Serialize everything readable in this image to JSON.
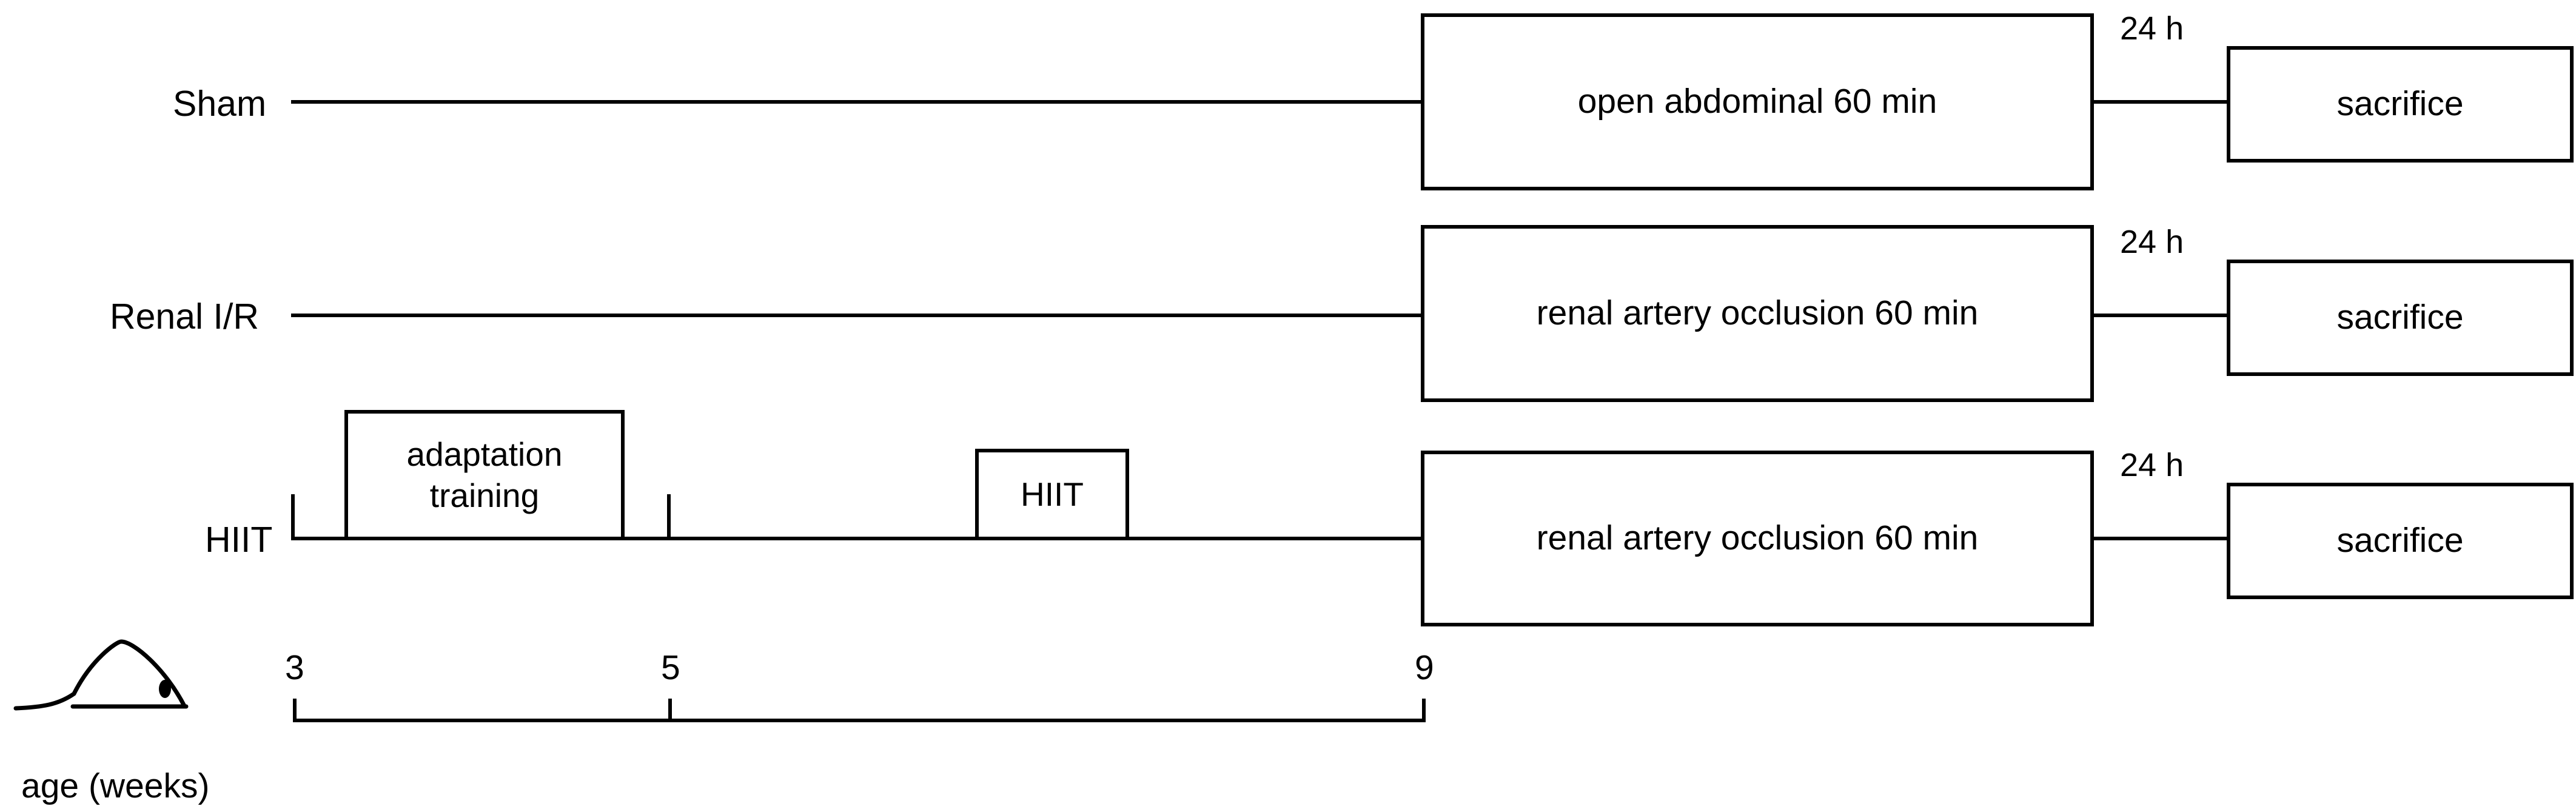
{
  "diagram": {
    "title_implicit": "experimental timeline",
    "line_color": "#000000",
    "background_color": "#ffffff"
  },
  "rows": [
    {
      "label": "Sham",
      "procedure": "open abdominal 60 min",
      "duration": "24 h",
      "endpoint": "sacrifice"
    },
    {
      "label": "Renal I/R",
      "procedure": "renal artery occlusion 60 min",
      "duration": "24 h",
      "endpoint": "sacrifice"
    },
    {
      "label": "HIIT",
      "procedure": "renal artery occlusion 60 min",
      "duration": "24 h",
      "endpoint": "sacrifice"
    }
  ],
  "training_blocks": [
    {
      "label_line1": "adaptation",
      "label_line2": "training"
    },
    {
      "label": "HIIT"
    }
  ],
  "axis": {
    "caption": "age (weeks)",
    "ticks": [
      "3",
      "5",
      "9"
    ]
  },
  "icons": {
    "mouse": "mouse-icon"
  }
}
